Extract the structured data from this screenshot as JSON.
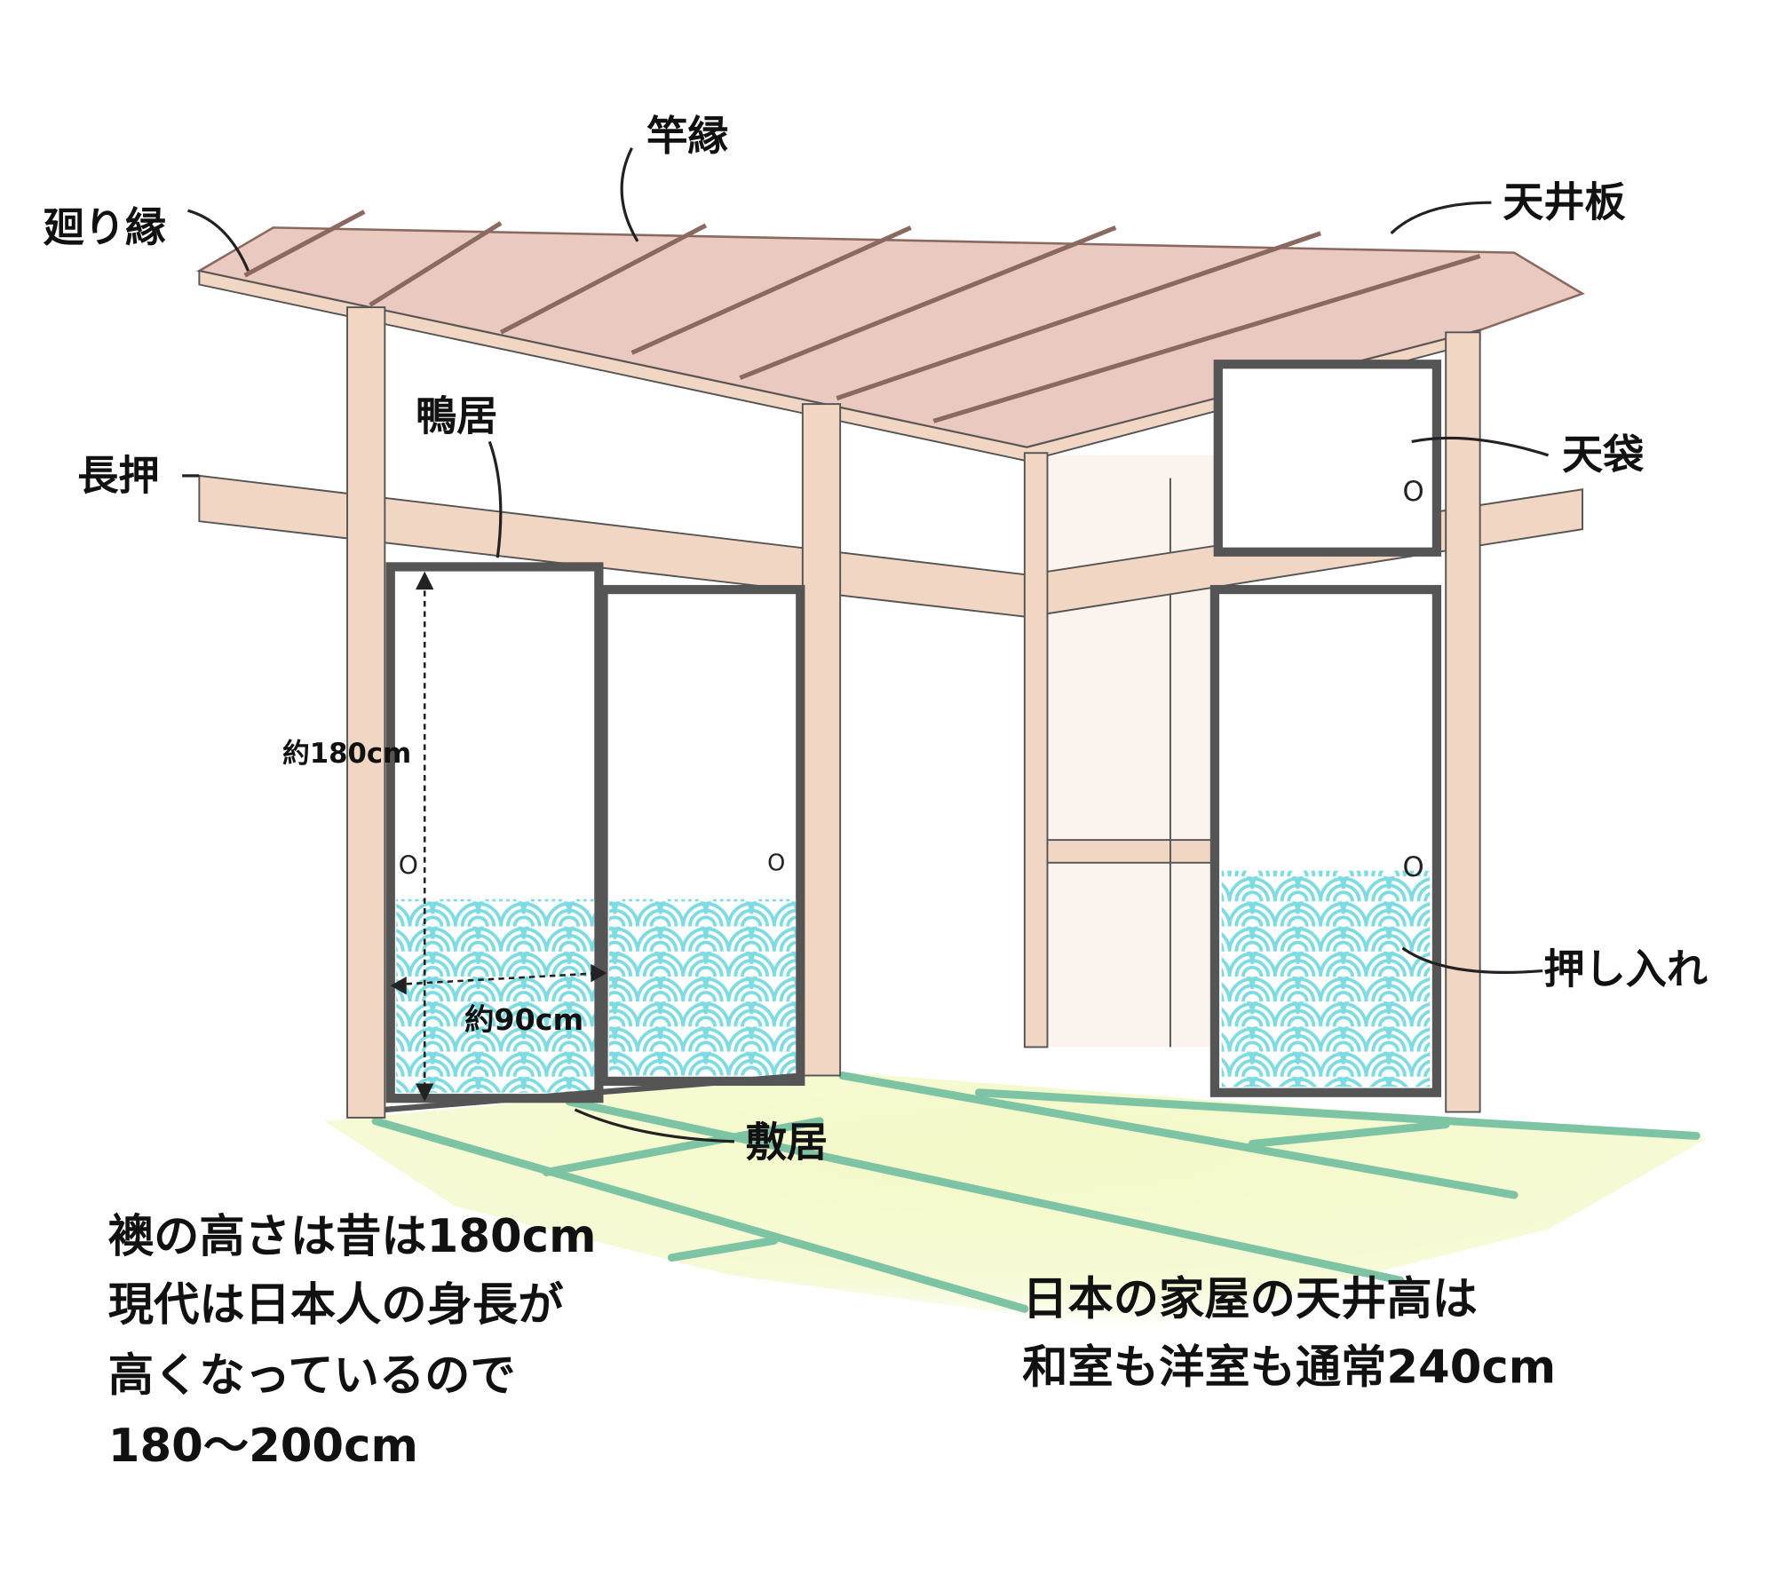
{
  "labels": {
    "mawaribuchi": "廻り縁",
    "saobuchi": "竿縁",
    "tenjoita": "天井板",
    "kamoi": "鴨居",
    "nageshi": "長押",
    "tenbukuro": "天袋",
    "oshiire": "押し入れ",
    "shikii": "敷居",
    "height_dim": "約180cm",
    "width_dim": "約90cm"
  },
  "notes": {
    "left": [
      "襖の高さは昔は180cm",
      "現代は日本人の身長が",
      "高くなっているので",
      "180〜200cm"
    ],
    "right": [
      "日本の家屋の天井高は",
      "和室も洋室も通常240cm"
    ]
  },
  "colors": {
    "ceiling": "#e9c9c0",
    "wood": "#f1d6c4",
    "frame": "#555555",
    "wave": "#7fe0e6",
    "tatami": "#f4f9c8",
    "tatami_line": "#7cc4a4"
  }
}
